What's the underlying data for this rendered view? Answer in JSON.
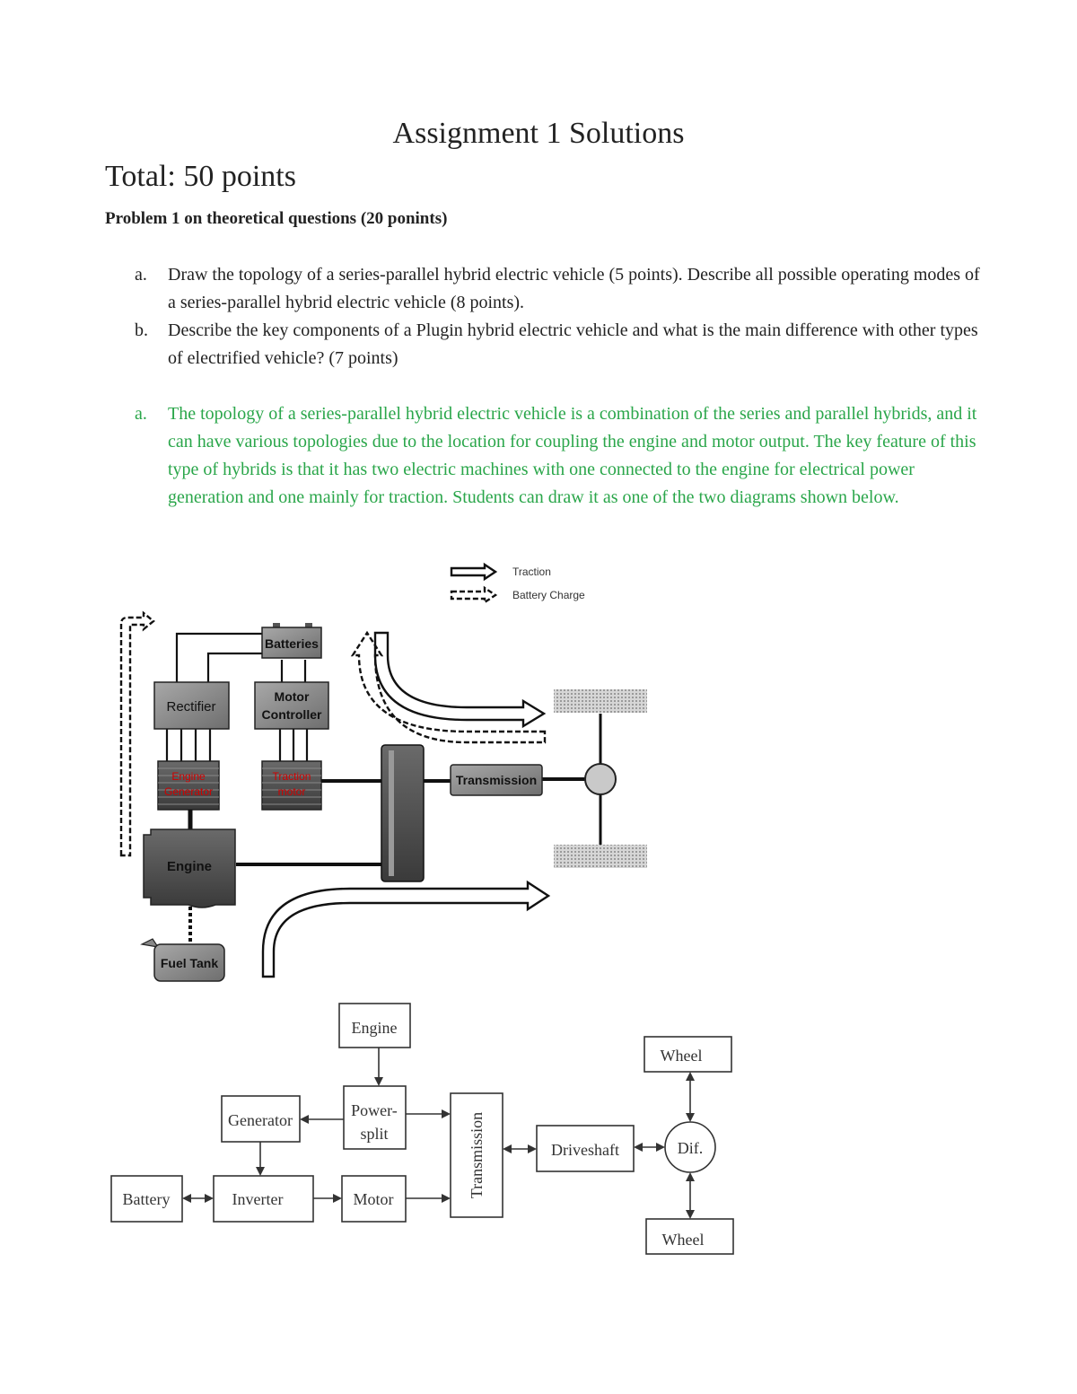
{
  "title": "Assignment 1 Solutions",
  "total": "Total: 50 points",
  "problem_heading": "Problem 1 on theoretical questions (20 ponints)",
  "questions": [
    {
      "marker": "a.",
      "text": "Draw the topology of a series-parallel hybrid electric vehicle (5 points). Describe all possible operating modes of a series-parallel hybrid electric vehicle (8 points)."
    },
    {
      "marker": "b.",
      "text": "Describe the key components of a Plugin hybrid electric vehicle and what is the main difference with other types of electrified vehicle? (7 points)"
    }
  ],
  "answer": {
    "marker": "a.",
    "text": "The topology of a series-parallel hybrid electric vehicle is a combination of the series and parallel hybrids, and it can have various topologies due to the location for coupling the engine and motor output. The key feature of this type of hybrids is that it has two electric machines with one connected to the engine for electrical power generation and one mainly for traction. Students can draw it as one of the two diagrams shown below."
  },
  "diagram1": {
    "legend_traction": "Traction",
    "legend_battery_charge": "Battery Charge",
    "batteries": "Batteries",
    "rectifier": "Rectifier",
    "motor_controller_line1": "Motor",
    "motor_controller_line2": "Controller",
    "engine_generator_line1": "Engine",
    "engine_generator_line2": "Generator",
    "traction_motor_line1": "Traction",
    "traction_motor_line2": "motor",
    "transmission": "Transmission",
    "engine": "Engine",
    "fuel_tank": "Fuel Tank",
    "colors": {
      "component_fill": "#8a8a8a",
      "machine_label": "#d10000"
    }
  },
  "diagram2": {
    "engine": "Engine",
    "power_split_line1": "Power-",
    "power_split_line2": "split",
    "generator": "Generator",
    "battery": "Battery",
    "inverter": "Inverter",
    "motor": "Motor",
    "transmission": "Transmission",
    "driveshaft": "Driveshaft",
    "differential": "Dif.",
    "wheel_top": "Wheel",
    "wheel_bottom": "Wheel"
  }
}
